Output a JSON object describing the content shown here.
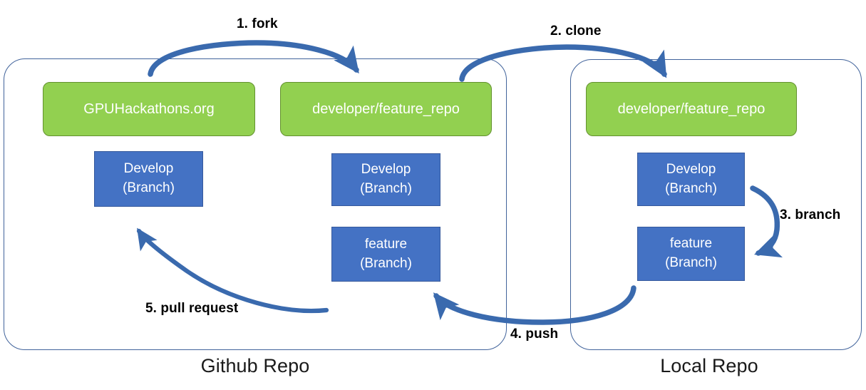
{
  "diagram": {
    "title": "Git fork/clone/branch/push/pull-request workflow",
    "background": "#ffffff",
    "colors": {
      "repo_box_fill": "#92D050",
      "repo_box_stroke": "#63912f",
      "branch_box_fill": "#4472C4",
      "branch_box_stroke": "#36599c",
      "arrow": "#3A6AAE",
      "container_stroke": "#41639b",
      "box_text": "#ffffff",
      "caption_text": "#1a1a1a",
      "label_text": "#000000"
    }
  },
  "containers": [
    {
      "id": "github",
      "caption": "Github Repo"
    },
    {
      "id": "local",
      "caption": "Local Repo"
    }
  ],
  "repos": [
    {
      "id": "gpuhackathons",
      "label": "GPUHackathons.org",
      "container": "github"
    },
    {
      "id": "fork",
      "label": "developer/feature_repo",
      "container": "github"
    },
    {
      "id": "clone",
      "label": "developer/feature_repo",
      "container": "local"
    }
  ],
  "branches": [
    {
      "id": "gh-develop",
      "name": "Develop",
      "kind": "(Branch)",
      "container": "github"
    },
    {
      "id": "mid-develop",
      "name": "Develop",
      "kind": "(Branch)",
      "container": "github"
    },
    {
      "id": "mid-feature",
      "name": "feature",
      "kind": "(Branch)",
      "container": "github"
    },
    {
      "id": "loc-develop",
      "name": "Develop",
      "kind": "(Branch)",
      "container": "local"
    },
    {
      "id": "loc-feature",
      "name": "feature",
      "kind": "(Branch)",
      "container": "local"
    }
  ],
  "steps": [
    {
      "number": "1",
      "label": "1. fork",
      "from": "GPUHackathons.org",
      "to": "developer/feature_repo (Github)"
    },
    {
      "number": "2",
      "label": "2. clone",
      "from": "developer/feature_repo (Github)",
      "to": "developer/feature_repo (Local)"
    },
    {
      "number": "3",
      "label": "3. branch",
      "from": "Develop (Branch) Local",
      "to": "feature (Branch) Local"
    },
    {
      "number": "4",
      "label": "4. push",
      "from": "feature (Branch) Local",
      "to": "feature (Branch) Github fork"
    },
    {
      "number": "5",
      "label": "5. pull request",
      "from": "feature (Branch) Github fork",
      "to": "Develop (Branch) GPUHackathons.org"
    }
  ]
}
